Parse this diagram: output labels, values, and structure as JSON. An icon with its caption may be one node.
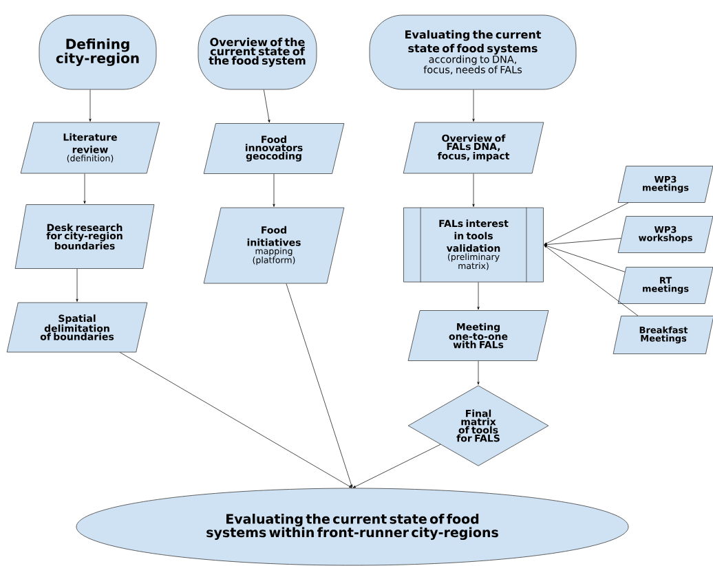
{
  "diagram": {
    "nodes": [
      {
        "text": [
          "Defining city-region"
        ]
      },
      {
        "text": [
          "Overview of the current state of the food system"
        ]
      },
      {
        "text": [
          "Evaluating the current state of food systems",
          "according to DNA, focus, needs of FALs"
        ]
      },
      {
        "text": [
          "Literature review",
          "(definition)"
        ]
      },
      {
        "text": [
          "Food innovators geocoding"
        ]
      },
      {
        "text": [
          "Overview of FALs DNA, focus, impact"
        ]
      },
      {
        "text": [
          "Desk research for city-region boundaries"
        ]
      },
      {
        "text": [
          "Food initiatives",
          "mapping (platform)"
        ]
      },
      {
        "text": [
          "FALs interest in tools validation",
          "(preliminary matrix)"
        ]
      },
      {
        "text": [
          "WP3 meetings"
        ]
      },
      {
        "text": [
          "WP3 workshops"
        ]
      },
      {
        "text": [
          "RT meetings"
        ]
      },
      {
        "text": [
          "Spatial delimitation of boundaries"
        ]
      },
      {
        "text": [
          "Meeting one-to-one with FALs"
        ]
      },
      {
        "text": [
          "Breakfast Meetings"
        ]
      },
      {
        "text": [
          "Final matrix of tools for FALS"
        ]
      },
      {
        "text": [
          "Evaluating the current state of food systems within front-runner city-regions"
        ]
      }
    ],
    "edges": [
      {
        "from": 0,
        "to": 3,
        "arrow": "to"
      },
      {
        "from": 3,
        "to": 6,
        "arrow": "to"
      },
      {
        "from": 6,
        "to": 12,
        "arrow": "to"
      },
      {
        "from": 1,
        "to": 4,
        "arrow": "to"
      },
      {
        "from": 4,
        "to": 7,
        "arrow": "to"
      },
      {
        "from": 2,
        "to": 5,
        "arrow": "to"
      },
      {
        "from": 5,
        "to": 8,
        "arrow": "to"
      },
      {
        "from": 8,
        "to": 13,
        "arrow": "to"
      },
      {
        "from": 13,
        "to": 15,
        "arrow": "to"
      },
      {
        "from": 9,
        "to": 8,
        "arrow": "to"
      },
      {
        "from": 10,
        "to": 8,
        "arrow": "to"
      },
      {
        "from": 11,
        "to": 8,
        "arrow": "to"
      },
      {
        "from": 14,
        "to": 8,
        "arrow": "to"
      },
      {
        "from": 12,
        "to": 16,
        "arrow": "to"
      },
      {
        "from": 7,
        "to": 16,
        "arrow": "to"
      },
      {
        "from": 15,
        "to": 16,
        "arrow": "to"
      }
    ]
  }
}
